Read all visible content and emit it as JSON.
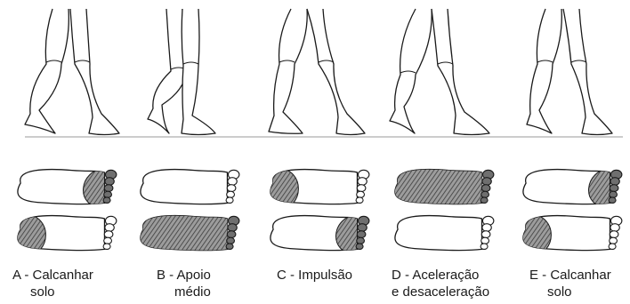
{
  "phases": [
    {
      "id": "A",
      "line1": "A - Calcanhar",
      "line2": "solo",
      "top_contact": "forefoot",
      "bottom_contact": "heel"
    },
    {
      "id": "B",
      "line1": "B - Apoio",
      "line2": "médio",
      "top_contact": "none",
      "bottom_contact": "full"
    },
    {
      "id": "C",
      "line1": "C - Impulsão",
      "line2": "",
      "top_contact": "heel",
      "bottom_contact": "forefoot"
    },
    {
      "id": "D",
      "line1": "D - Aceleração",
      "line2": "e desaceleração",
      "top_contact": "full",
      "bottom_contact": "none"
    },
    {
      "id": "E",
      "line1": "E - Calcanhar",
      "line2": "solo",
      "top_contact": "forefoot",
      "bottom_contact": "heel"
    }
  ],
  "colors": {
    "ink": "#1a1a1a",
    "shade": "#7a7a7a",
    "ground": "#9a9a9a"
  }
}
